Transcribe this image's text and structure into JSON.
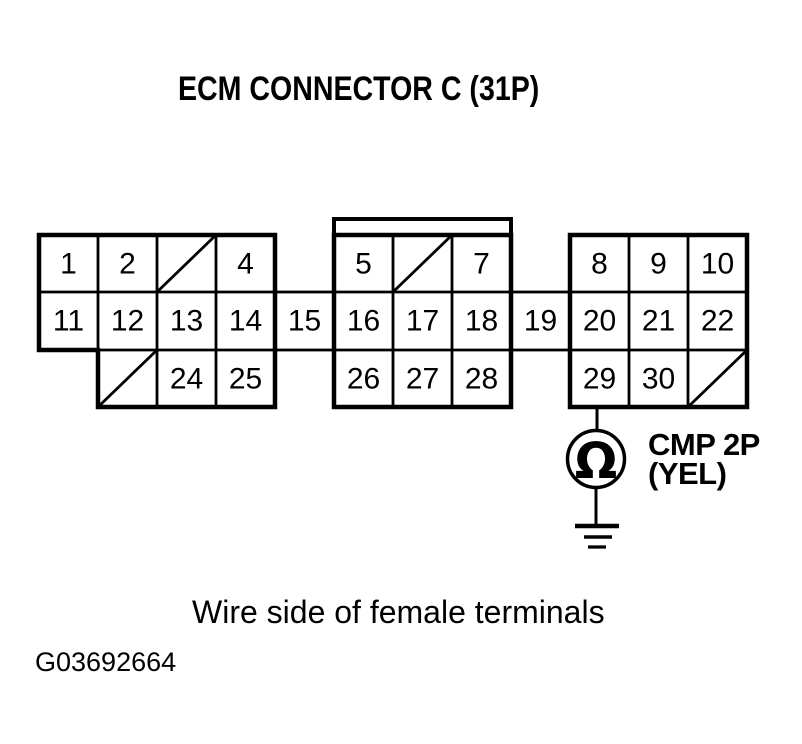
{
  "title": "ECM CONNECTOR C (31P)",
  "caption": "Wire side of female terminals",
  "figure_id": "G03692664",
  "colors": {
    "ink": "#000000",
    "paper": "#ffffff"
  },
  "connector": {
    "cells": {
      "p1": "1",
      "p2": "2",
      "p4": "4",
      "p5": "5",
      "p7": "7",
      "p8": "8",
      "p9": "9",
      "p10": "10",
      "p11": "11",
      "p12": "12",
      "p13": "13",
      "p14": "14",
      "p15": "15",
      "p16": "16",
      "p17": "17",
      "p18": "18",
      "p19": "19",
      "p20": "20",
      "p21": "21",
      "p22": "22",
      "p24": "24",
      "p25": "25",
      "p26": "26",
      "p27": "27",
      "p28": "28",
      "p29": "29",
      "p30": "30"
    }
  },
  "meter": {
    "symbol": "Ω",
    "label_line1": "CMP 2P",
    "label_line2": "(YEL)"
  }
}
